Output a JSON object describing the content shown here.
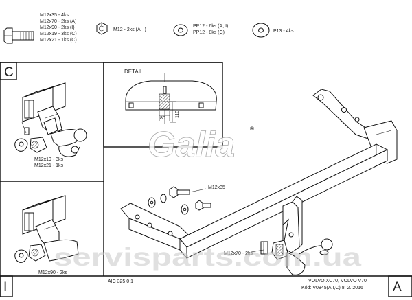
{
  "hardware": [
    {
      "icon": "bolt-icon",
      "lines": [
        "M12x35 - 4ks",
        "M12x70 - 2ks (A)",
        "M12x90 - 2ks (I)",
        "M12x19 - 3ks (C)",
        "M12x21 - 1ks (C)"
      ]
    },
    {
      "icon": "nut-icon",
      "lines": [
        "M12 - 2ks (A, I)"
      ]
    },
    {
      "icon": "washer-icon",
      "lines": [
        "PP12 - 6ks (A, I)",
        "PP12 - 8ks (C)"
      ]
    },
    {
      "icon": "large-washer-icon",
      "lines": [
        "P13 - 4ks"
      ]
    }
  ],
  "panel_c": {
    "letter": "C",
    "callouts": [
      "M12x19 - 3ks",
      "M12x21 - 1ks"
    ]
  },
  "detail": {
    "title": "DETAIL",
    "dim_width": "80",
    "dim_height": "110"
  },
  "logo": {
    "text": "Galia"
  },
  "panel_i": {
    "letter": "I",
    "callout": "M12x90 - 2ks"
  },
  "main": {
    "callout_top": "M12x35",
    "callout_bottom": "M12x70 - 2ks"
  },
  "watermark": "servisparts.com.ua",
  "footer": {
    "code": "AIC 325 0 1",
    "vehicle": "VOLVO XC70, VOLVO V70",
    "kod": "Kód: V0845(A,I,C)  8. 2. 2016",
    "letter": "A"
  }
}
